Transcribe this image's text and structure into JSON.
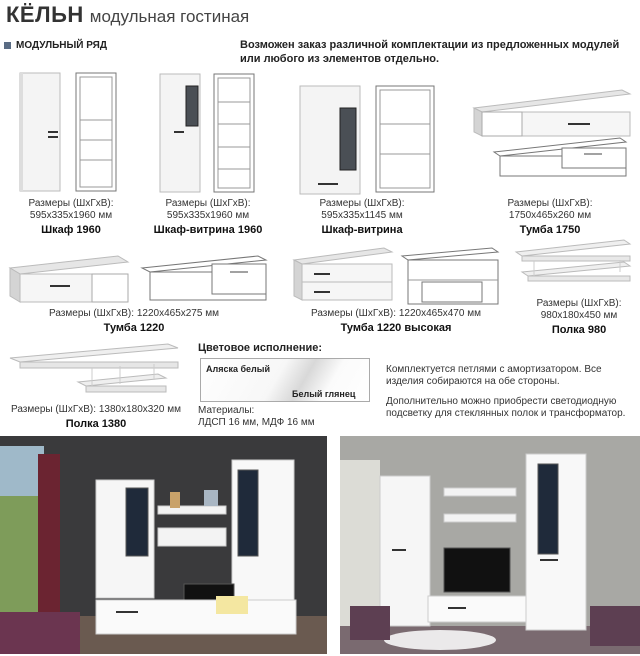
{
  "header": {
    "brand": "КЁЛЬН",
    "subtitle": "модульная гостиная"
  },
  "section": {
    "label": "МОДУЛЬНЫЙ РЯД"
  },
  "intro": "Возможен заказ различной комплектации из предложенных модулей или любого из элементов отдельно.",
  "modules": [
    {
      "dims": "Размеры (ШхГхВ): 595х335х1960 мм",
      "name": "Шкаф 1960"
    },
    {
      "dims": "Размеры (ШхГхВ): 595х335х1960 мм",
      "name": "Шкаф-витрина 1960"
    },
    {
      "dims": "Размеры (ШхГхВ): 595х335х1145 мм",
      "name": "Шкаф-витрина"
    },
    {
      "dims": "Размеры (ШхГхВ): 1750х465х260 мм",
      "name": "Тумба 1750"
    },
    {
      "dims": "Размеры (ШхГхВ): 1220х465х275 мм",
      "name": "Тумба 1220"
    },
    {
      "dims": "Размеры (ШхГхВ): 1220х465х470 мм",
      "name": "Тумба 1220 высокая"
    },
    {
      "dims": "Размеры (ШхГхВ): 980х180х450 мм",
      "name": "Полка 980"
    },
    {
      "dims": "Размеры (ШхГхВ): 1380х180х320 мм",
      "name": "Полка 1380"
    }
  ],
  "colors": {
    "heading": "Цветовое исполнение:",
    "c1": "Аляска белый",
    "c2": "Белый глянец"
  },
  "materials": {
    "label": "Материалы:",
    "value": "ЛДСП 16 мм, МДФ 16 мм"
  },
  "notes": {
    "n1": "Комплектуется петлями с амортизатором. Все изделия собираются на обе стороны.",
    "n2": "Дополнительно можно приобрести светодиодную подсветку для стеклянных полок и трансформатор."
  }
}
